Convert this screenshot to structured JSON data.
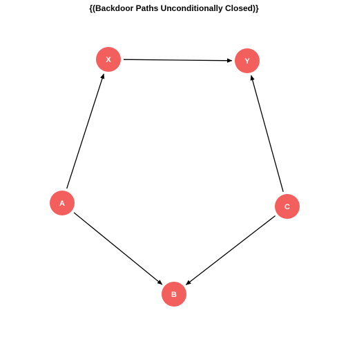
{
  "title": "{(Backdoor Paths Unconditionally Closed)}",
  "colors": {
    "node_fill": "#f25f5c",
    "node_text": "#ffffff",
    "edge": "#000000",
    "background": "#ffffff"
  },
  "nodes": [
    {
      "id": "X",
      "label": "X"
    },
    {
      "id": "Y",
      "label": "Y"
    },
    {
      "id": "A",
      "label": "A"
    },
    {
      "id": "C",
      "label": "C"
    },
    {
      "id": "B",
      "label": "B"
    }
  ],
  "edges": [
    {
      "from": "X",
      "to": "Y"
    },
    {
      "from": "A",
      "to": "X"
    },
    {
      "from": "A",
      "to": "B"
    },
    {
      "from": "C",
      "to": "Y"
    },
    {
      "from": "C",
      "to": "B"
    }
  ]
}
